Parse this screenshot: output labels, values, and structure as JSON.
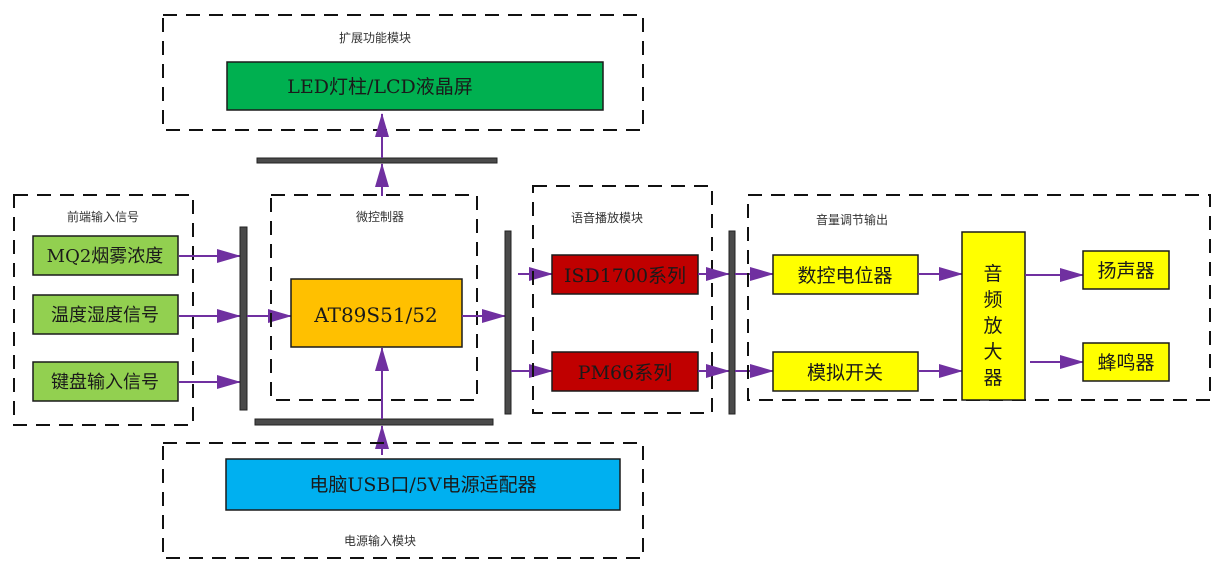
{
  "colors": {
    "arrow": "#7030a0",
    "input_block": "#92d050",
    "mcu_block": "#ffc000",
    "voice_block": "#c00000",
    "output_block": "#ffff00",
    "display_block": "#00b050",
    "power_block": "#00b0f0",
    "bus_bar": "#4a4a4a"
  },
  "modules": {
    "extension": {
      "title": "扩展功能模块",
      "display": "LED灯柱/LCD液晶屏"
    },
    "frontend": {
      "title": "前端输入信号",
      "inputs": [
        "MQ2烟雾浓度",
        "温度湿度信号",
        "键盘输入信号"
      ]
    },
    "mcu": {
      "title": "微控制器",
      "chip": "AT89S51/52"
    },
    "voice": {
      "title": "语音播放模块",
      "chips": [
        "ISD1700系列",
        "PM66系列"
      ]
    },
    "volume": {
      "title": "音量调节输出",
      "controls": [
        "数控电位器",
        "模拟开关"
      ],
      "amplifier": [
        "音",
        "频",
        "放",
        "大",
        "器"
      ],
      "outputs": [
        "扬声器",
        "蜂鸣器"
      ]
    },
    "power": {
      "title": "电源输入模块",
      "source": "电脑USB口/5V电源适配器"
    }
  }
}
